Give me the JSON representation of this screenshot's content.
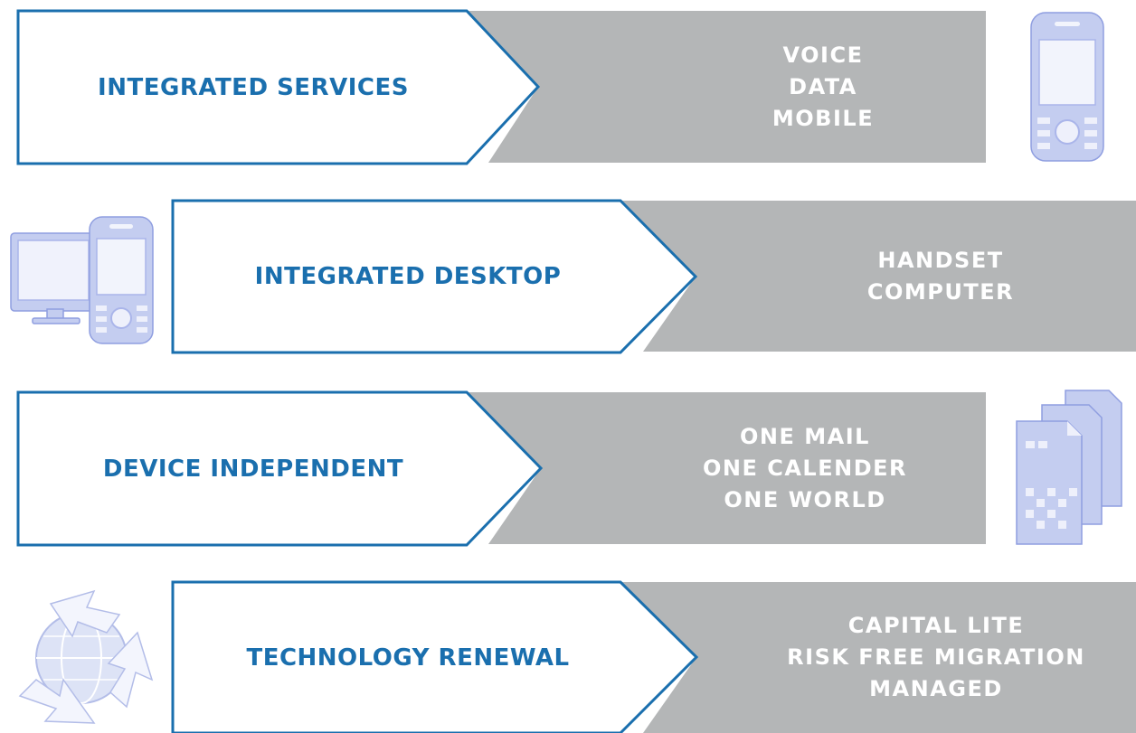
{
  "colors": {
    "accent_blue": "#1a6fae",
    "panel_gray": "#b4b6b7",
    "panel_text": "#ffffff",
    "icon_fill": "#c4cdf0",
    "icon_stroke": "#8f9ee0"
  },
  "rows": [
    {
      "label": "INTEGRATED SERVICES",
      "items": [
        "VOICE",
        "DATA",
        "MOBILE"
      ],
      "icon": "mobile-phone-icon"
    },
    {
      "label": "INTEGRATED DESKTOP",
      "items": [
        "HANDSET",
        "COMPUTER"
      ],
      "icon": "desktop-and-phone-icon"
    },
    {
      "label": "DEVICE INDEPENDENT",
      "items": [
        "ONE MAIL",
        "ONE CALENDER",
        "ONE WORLD"
      ],
      "icon": "documents-icon"
    },
    {
      "label": "TECHNOLOGY RENEWAL",
      "items": [
        "CAPITAL LITE",
        "RISK FREE MIGRATION",
        "MANAGED"
      ],
      "icon": "recycle-globe-icon"
    }
  ]
}
